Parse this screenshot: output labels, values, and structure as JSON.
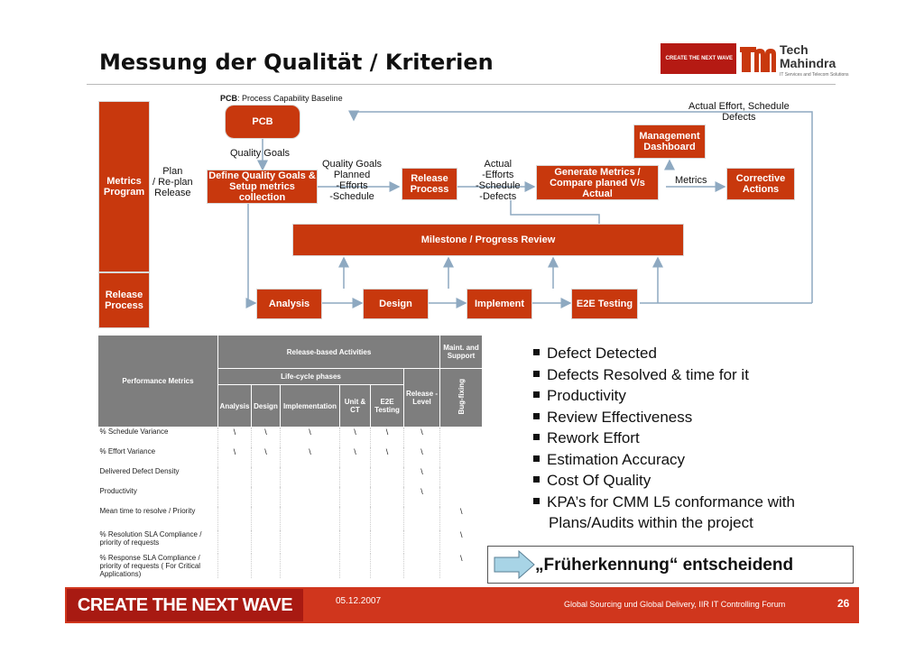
{
  "header": {
    "title": "Messung der Qualität / Kriterien",
    "logo_wave_text": "CREATE THE NEXT WAVE",
    "company_name_line1": "Tech",
    "company_name_line2": "Mahindra",
    "company_tagline": "IT Services and Telecom Solutions"
  },
  "diagram": {
    "pcb_note_bold": "PCB",
    "pcb_note_rest": ": Process Capability Baseline",
    "left_col": {
      "metrics_program": "Metrics Program",
      "release_process": "Release Process"
    },
    "boxes": {
      "pcb": "PCB",
      "define_quality": "Define Quality Goals & Setup metrics collection",
      "release_process": "Release Process",
      "generate_metrics": "Generate Metrics / Compare planed V/s Actual",
      "management_dashboard": "Management Dashboard",
      "corrective_actions": "Corrective Actions",
      "milestone_review": "Milestone / Progress Review",
      "analysis": "Analysis",
      "design": "Design",
      "implement": "Implement",
      "e2e_testing": "E2E Testing"
    },
    "labels": {
      "plan_replan": "Plan\n/ Re-plan\nRelease",
      "quality_goals": "Quality Goals",
      "quality_goals_planned": "Quality Goals\nPlanned\n-Efforts\n-Schedule",
      "actual_efforts": "Actual\n-Efforts\n-Schedule\n-Defects",
      "metrics": "Metrics",
      "actual_effort_schedule": "Actual Effort, Schedule\nDefects"
    }
  },
  "metrics_table": {
    "header_performance": "Performance Metrics",
    "header_release_activities": "Release-based Activities",
    "header_maint": "Maint. and Support",
    "header_lifecycle": "Life-cycle phases",
    "header_release_level": "Release -Level",
    "header_bugfixing": "Bug-fixing",
    "columns": [
      "Analysis",
      "Design",
      "Implementation",
      "Unit & CT",
      "E2E Testing"
    ],
    "rows": [
      {
        "name": "% Schedule Variance",
        "marks": [
          "\\",
          "\\",
          "\\",
          "\\",
          "\\",
          "\\",
          ""
        ]
      },
      {
        "name": "% Effort Variance",
        "marks": [
          "\\",
          "\\",
          "\\",
          "\\",
          "\\",
          "\\",
          ""
        ]
      },
      {
        "name": "Delivered Defect Density",
        "marks": [
          "",
          "",
          "",
          "",
          "",
          "\\",
          ""
        ]
      },
      {
        "name": "Productivity",
        "marks": [
          "",
          "",
          "",
          "",
          "",
          "\\",
          ""
        ]
      },
      {
        "name": "Mean time to resolve / Priority",
        "marks": [
          "",
          "",
          "",
          "",
          "",
          "",
          "\\"
        ]
      },
      {
        "name": "% Resolution SLA Compliance / priority of requests",
        "marks": [
          "",
          "",
          "",
          "",
          "",
          "",
          "\\"
        ]
      },
      {
        "name": "% Response SLA Compliance / priority of requests ( For Critical Applications)",
        "marks": [
          "",
          "",
          "",
          "",
          "",
          "",
          "\\"
        ]
      }
    ]
  },
  "bullets": [
    "Defect Detected",
    "Defects Resolved & time for it",
    "Productivity",
    "Review Effectiveness",
    "Rework Effort",
    "Estimation Accuracy",
    "Cost Of Quality",
    "KPA’s for CMM L5 conformance with"
  ],
  "bullet_continuation": "Plans/Audits within the project",
  "highlight": "„Früherkennung“ entscheidend",
  "footer": {
    "wave_text": "CREATE THE NEXT WAVE",
    "date": "05.12.2007",
    "forum": "Global Sourcing und Global Delivery, IIR IT Controlling Forum",
    "page": "26"
  },
  "colors": {
    "box_red": "#c8380d",
    "footer_red": "#d0361d",
    "table_header_gray": "#7e7e7e"
  }
}
